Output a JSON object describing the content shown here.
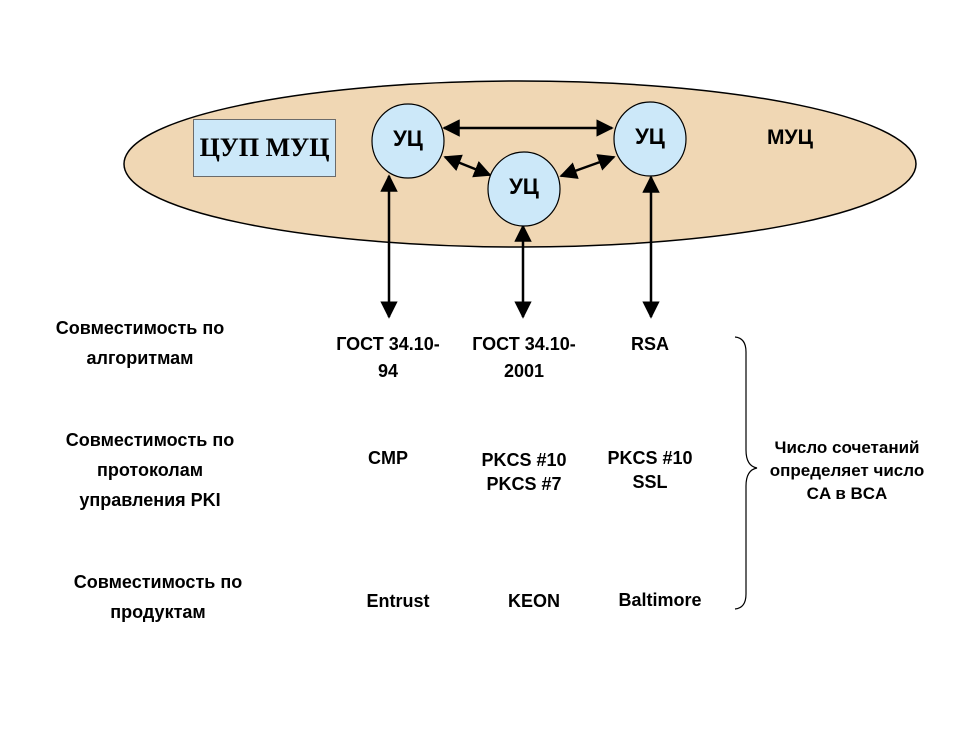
{
  "ecosystem": {
    "title": "МУЦ",
    "cup_label": "ЦУП МУЦ",
    "nodes": {
      "left": "УЦ",
      "middle": "УЦ",
      "right": "УЦ"
    }
  },
  "rows": [
    {
      "header": "Совместимость по\nалгоритмам",
      "cells": [
        "ГОСТ 34.10-\n94",
        "ГОСТ 34.10-\n2001",
        "RSA"
      ]
    },
    {
      "header": "Совместимость по\nпротоколам\nуправления PKI",
      "cells": [
        "CMP",
        "PKCS #10\nPKCS #7",
        "PKCS #10\nSSL"
      ]
    },
    {
      "header": "Совместимость по\nпродуктам",
      "cells": [
        "Entrust",
        "KEON",
        "Baltimore"
      ]
    }
  ],
  "note": "Число сочетаний\nопределяет число\nCA в BCA",
  "colors": {
    "ellipse_fill": "#f0d7b4",
    "node_fill": "#cce8f9",
    "cup_fill": "#cce8f9",
    "stroke": "#000000"
  }
}
